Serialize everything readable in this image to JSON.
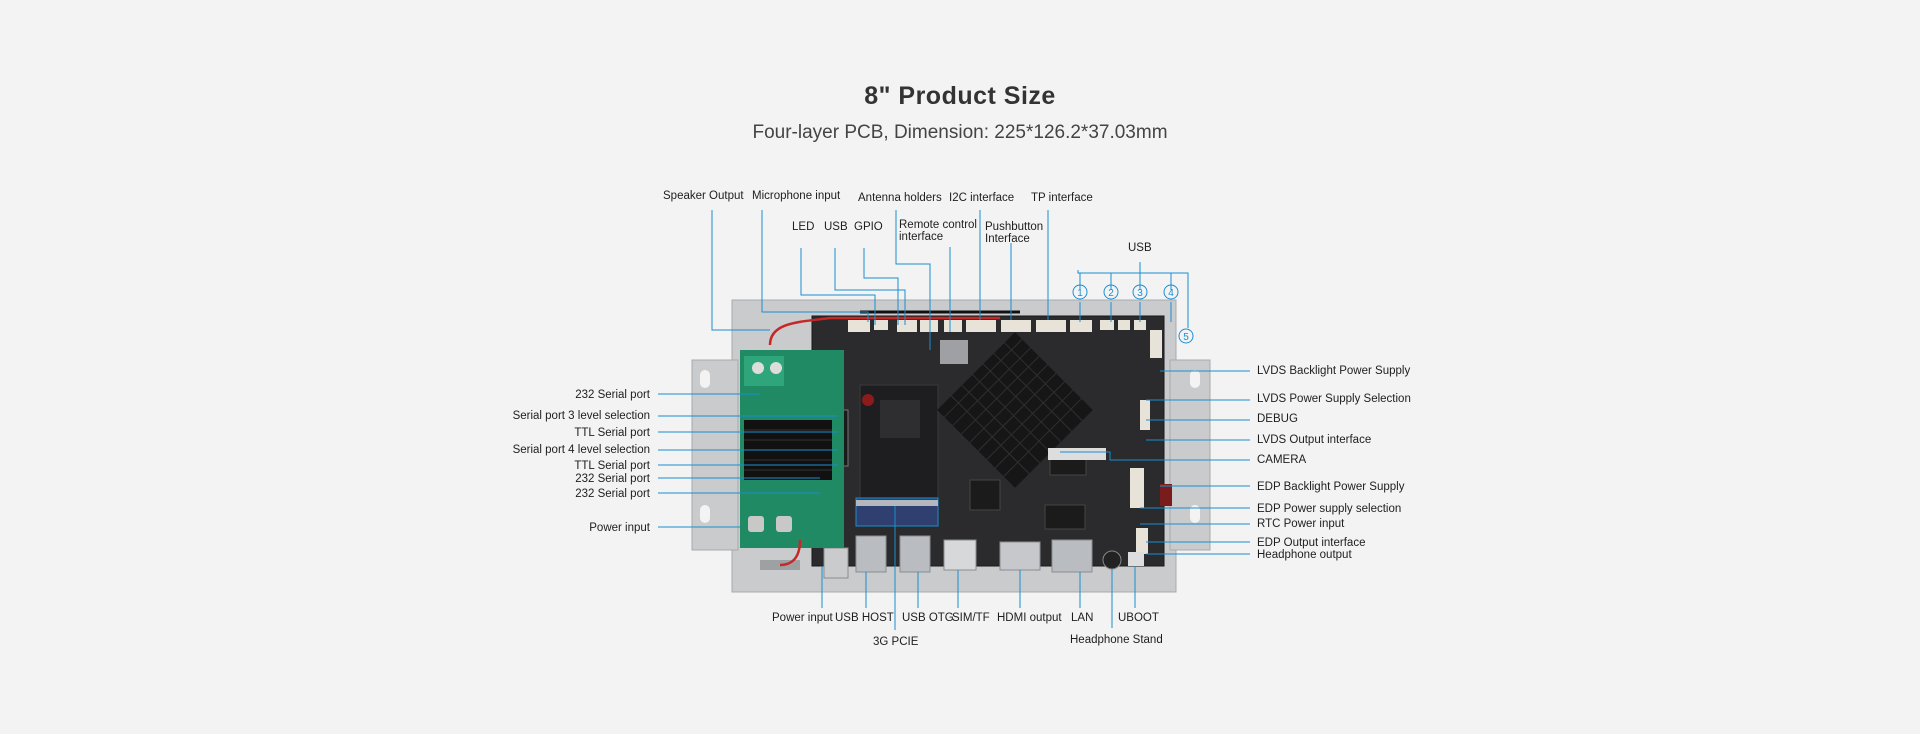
{
  "header": {
    "title": "8\" Product Size",
    "subtitle": "Four-layer PCB, Dimension: 225*126.2*37.03mm"
  },
  "colors": {
    "leader_line": "#1a8fd1",
    "background": "#f3f3f3",
    "pcb_dark": "#2b2b2d",
    "pcb_green": "#1f8a64",
    "heatsink": "#161616",
    "metal_plate": "#c9cbcd"
  },
  "labels": {
    "speaker_output": "Speaker Output",
    "microphone_input": "Microphone input",
    "antenna_holders": "Antenna holders",
    "i2c_interface": "I2C interface",
    "tp_interface": "TP interface",
    "led": "LED",
    "usb_top": "USB",
    "gpio": "GPIO",
    "remote_control": "Remote control interface",
    "pushbutton": "Pushbutton Interface",
    "usb_group": "USB",
    "usb_port_1": "1",
    "usb_port_2": "2",
    "usb_port_3": "3",
    "usb_port_4": "4",
    "usb_port_5": "5",
    "serial_232_1": "232 Serial port",
    "serial3_level": "Serial port 3 level selection",
    "ttl_serial_1": "TTL Serial port",
    "serial4_level": "Serial port 4 level selection",
    "ttl_serial_2": "TTL Serial port",
    "serial_232_2": "232 Serial port",
    "serial_232_3": "232 Serial port",
    "power_input_left": "Power input",
    "lvds_backlight": "LVDS Backlight Power Supply",
    "lvds_power_sel": "LVDS Power Supply Selection",
    "debug": "DEBUG",
    "lvds_output": "LVDS Output interface",
    "camera": "CAMERA",
    "edp_backlight": "EDP Backlight Power Supply",
    "edp_power_sel": "EDP Power supply selection",
    "rtc_power": "RTC Power input",
    "edp_output": "EDP Output interface",
    "headphone_output": "Headphone output",
    "power_input_bottom": "Power input",
    "usb_host": "USB HOST",
    "usb_otg": "USB OTG",
    "sim_tf": "SIM/TF",
    "hdmi_output": "HDMI output",
    "lan": "LAN",
    "uboot": "UBOOT",
    "pcie_3g": "3G PCIE",
    "headphone_stand": "Headphone Stand"
  }
}
